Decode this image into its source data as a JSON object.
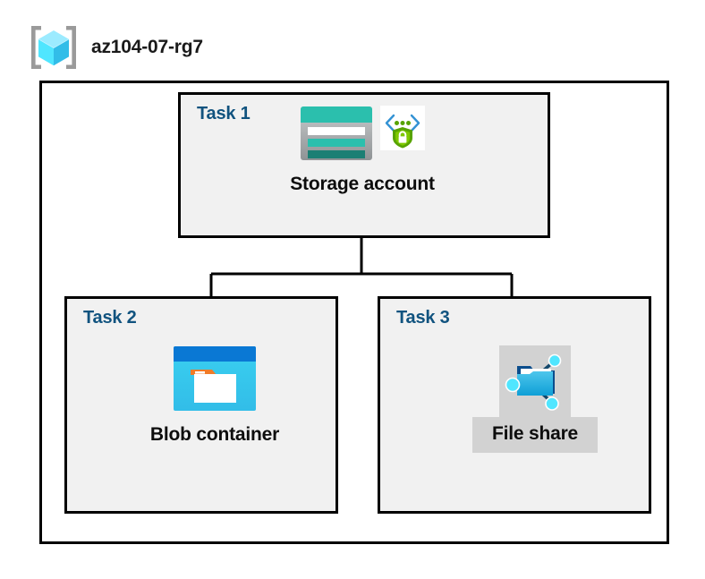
{
  "diagram": {
    "title": "az104-07-rg7",
    "resource_group_icon": "resource-group-cube-icon",
    "outer_container_label": "resource-group-boundary",
    "tasks": [
      {
        "id": "task-1",
        "label": "Task 1",
        "node": {
          "caption": "Storage account",
          "icons": [
            "storage-account-icon",
            "secure-endpoint-shield-icon"
          ]
        }
      },
      {
        "id": "task-2",
        "label": "Task 2",
        "node": {
          "caption": "Blob container",
          "icons": [
            "blob-container-icon"
          ]
        }
      },
      {
        "id": "task-3",
        "label": "Task 3",
        "node": {
          "caption": "File share",
          "icons": [
            "file-share-folder-icon"
          ]
        }
      }
    ],
    "connections": [
      {
        "from": "Storage account",
        "to": "Blob container"
      },
      {
        "from": "Storage account",
        "to": "File share"
      }
    ],
    "colors": {
      "title_text": "#1a1a1a",
      "task_label": "#11537f",
      "box_border": "#000000",
      "box_fill": "#f1f1f1",
      "page_background": "#ffffff",
      "connector_line": "#000000",
      "storage_icon_teal": "#2bbfad",
      "storage_icon_teal_dark": "#1b7f74",
      "storage_icon_gray": "#a9acae",
      "blob_icon_blue": "#0a78d4",
      "blob_icon_cyan": "#32bde8",
      "blob_icon_orange": "#f07b28",
      "shield_green": "#57a300",
      "cube_cyan": "#50e6ff",
      "file_share_plate_gray": "#d2d2d2",
      "rg_bracket_gray": "#9a9a9a"
    }
  }
}
